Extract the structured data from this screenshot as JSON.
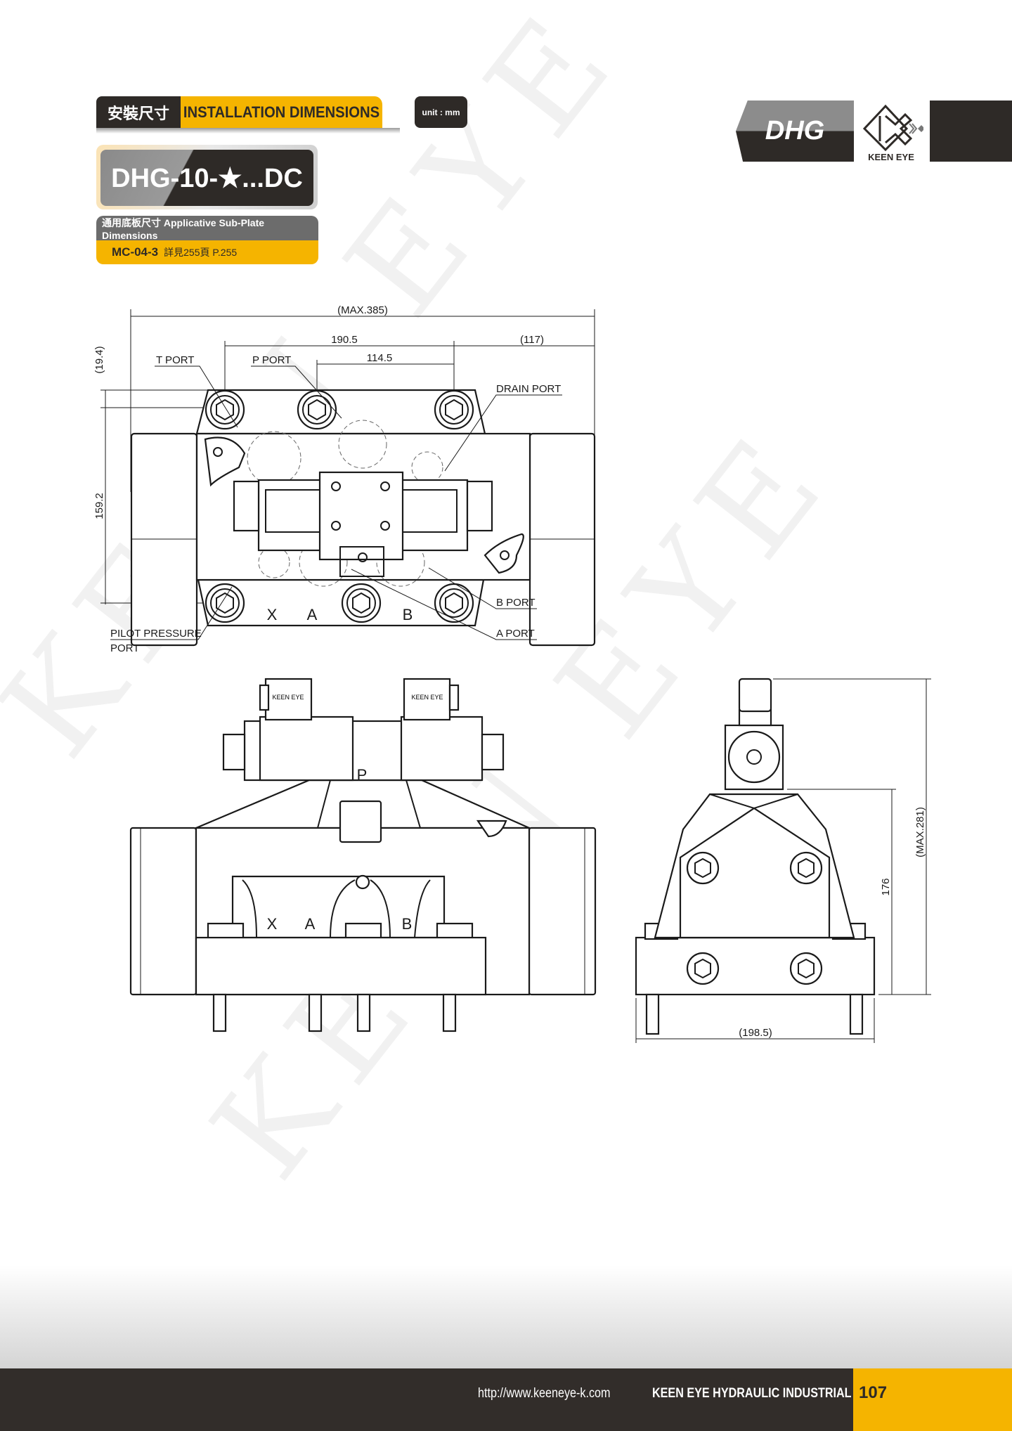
{
  "header": {
    "section_cn": "安裝尺寸",
    "section_en": "INSTALLATION DIMENSIONS",
    "unit": "unit : mm",
    "model": "DHG-10-★...DC",
    "subplate_label": "通用底板尺寸 Applicative Sub-Plate Dimensions",
    "subplate_model": "MC-04-3",
    "subplate_ref": "詳見255頁  P.255",
    "series_tab": "DHG",
    "brand": "KEEN EYE"
  },
  "watermark": "KEEN EYE",
  "drawing": {
    "top_view": {
      "dims": {
        "overall": "(MAX.385)",
        "d1": "190.5",
        "d2": "114.5",
        "d3": "(117)",
        "d4": "(19.4)",
        "d5": "159.2"
      },
      "ports": {
        "t": "T PORT",
        "p": "P PORT",
        "drain": "DRAIN PORT",
        "b": "B PORT",
        "a": "A PORT",
        "pilot1": "PILOT PRESSURE",
        "pilot2": "PORT"
      },
      "markings": {
        "x": "X",
        "a": "A",
        "b": "B"
      }
    },
    "front_view": {
      "coil_label": "KEEN EYE",
      "p_mark": "P",
      "markings": {
        "x": "X",
        "a": "A",
        "b": "B"
      }
    },
    "side_view": {
      "dims": {
        "width": "(198.5)",
        "height": "176",
        "max_height": "(MAX.281)"
      }
    }
  },
  "footer": {
    "url": "http://www.keeneye-k.com",
    "company": "KEEN EYE HYDRAULIC INDUSTRIAL",
    "page": "107"
  },
  "colors": {
    "accent": "#f5b400",
    "dark": "#2e2a27",
    "grey": "#6c6c6c"
  }
}
